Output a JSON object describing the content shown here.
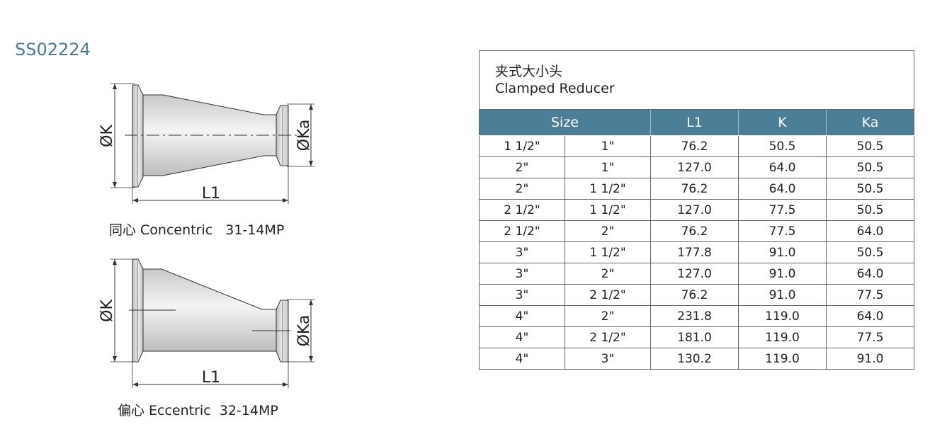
{
  "product_code": "SS02224",
  "drawings": {
    "concentric": {
      "caption": "同心 Concentric   31-14MP",
      "labels": {
        "k": "ØK",
        "ka": "ØKa",
        "l1": "L1"
      }
    },
    "eccentric": {
      "caption": "偏心 Eccentric  32-14MP",
      "labels": {
        "k": "ØK",
        "ka": "ØKa",
        "l1": "L1"
      }
    }
  },
  "table": {
    "title_cn": "夹式大小头",
    "title_en": "Clamped Reducer",
    "header_color": "#4a7f97",
    "columns": [
      "Size",
      "L1",
      "K",
      "Ka"
    ],
    "rows": [
      {
        "size_a": "1 1/2\"",
        "size_b": "1\"",
        "l1": "76.2",
        "k": "50.5",
        "ka": "50.5"
      },
      {
        "size_a": "2\"",
        "size_b": "1\"",
        "l1": "127.0",
        "k": "64.0",
        "ka": "50.5"
      },
      {
        "size_a": "2\"",
        "size_b": "1 1/2\"",
        "l1": "76.2",
        "k": "64.0",
        "ka": "50.5"
      },
      {
        "size_a": "2 1/2\"",
        "size_b": "1 1/2\"",
        "l1": "127.0",
        "k": "77.5",
        "ka": "50.5"
      },
      {
        "size_a": "2 1/2\"",
        "size_b": "2\"",
        "l1": "76.2",
        "k": "77.5",
        "ka": "64.0"
      },
      {
        "size_a": "3\"",
        "size_b": "1 1/2\"",
        "l1": "177.8",
        "k": "91.0",
        "ka": "50.5"
      },
      {
        "size_a": "3\"",
        "size_b": "2\"",
        "l1": "127.0",
        "k": "91.0",
        "ka": "64.0"
      },
      {
        "size_a": "3\"",
        "size_b": "2 1/2\"",
        "l1": "76.2",
        "k": "91.0",
        "ka": "77.5"
      },
      {
        "size_a": "4\"",
        "size_b": "2\"",
        "l1": "231.8",
        "k": "119.0",
        "ka": "64.0"
      },
      {
        "size_a": "4\"",
        "size_b": "2 1/2\"",
        "l1": "181.0",
        "k": "119.0",
        "ka": "77.5"
      },
      {
        "size_a": "4\"",
        "size_b": "3\"",
        "l1": "130.2",
        "k": "119.0",
        "ka": "91.0"
      }
    ]
  }
}
